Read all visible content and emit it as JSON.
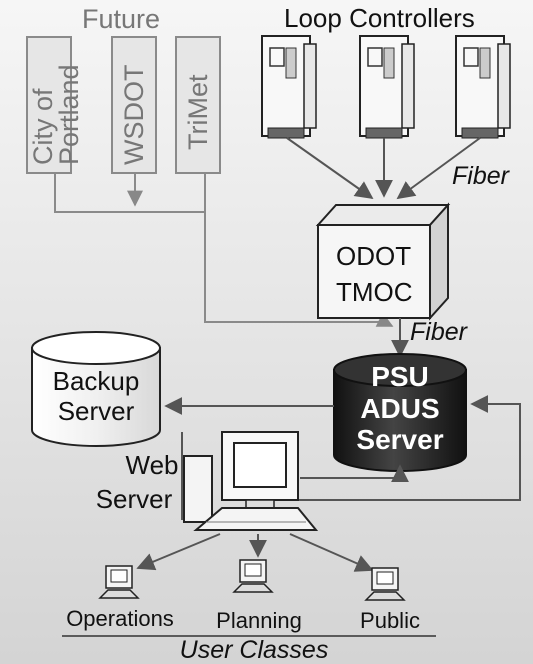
{
  "diagram": {
    "future": {
      "title": "Future",
      "sources": [
        {
          "id": "portland",
          "lines": [
            "City of",
            "Portland"
          ]
        },
        {
          "id": "wsdot",
          "lines": [
            "WSDOT"
          ]
        },
        {
          "id": "trimet",
          "lines": [
            "TriMet"
          ]
        }
      ]
    },
    "loop_controllers": {
      "title": "Loop Controllers",
      "count": 3
    },
    "fiber_labels": [
      "Fiber",
      "Fiber"
    ],
    "tmoc": {
      "lines": [
        "ODOT",
        "TMOC"
      ]
    },
    "psu": {
      "lines": [
        "PSU",
        "ADUS",
        "Server"
      ]
    },
    "backup": {
      "lines": [
        "Backup",
        "Server"
      ]
    },
    "web": {
      "lines": [
        "Web",
        "Server"
      ]
    },
    "users": {
      "classes": [
        "Operations",
        "Planning",
        "Public"
      ],
      "caption": "User Classes"
    },
    "colors": {
      "background_top": "#f4f4f4",
      "background_bottom": "#d6d6d6",
      "future_gray": "#8a8a8a",
      "psu_fill": "#222222",
      "psu_text": "#ffffff",
      "line": "#555555"
    }
  }
}
